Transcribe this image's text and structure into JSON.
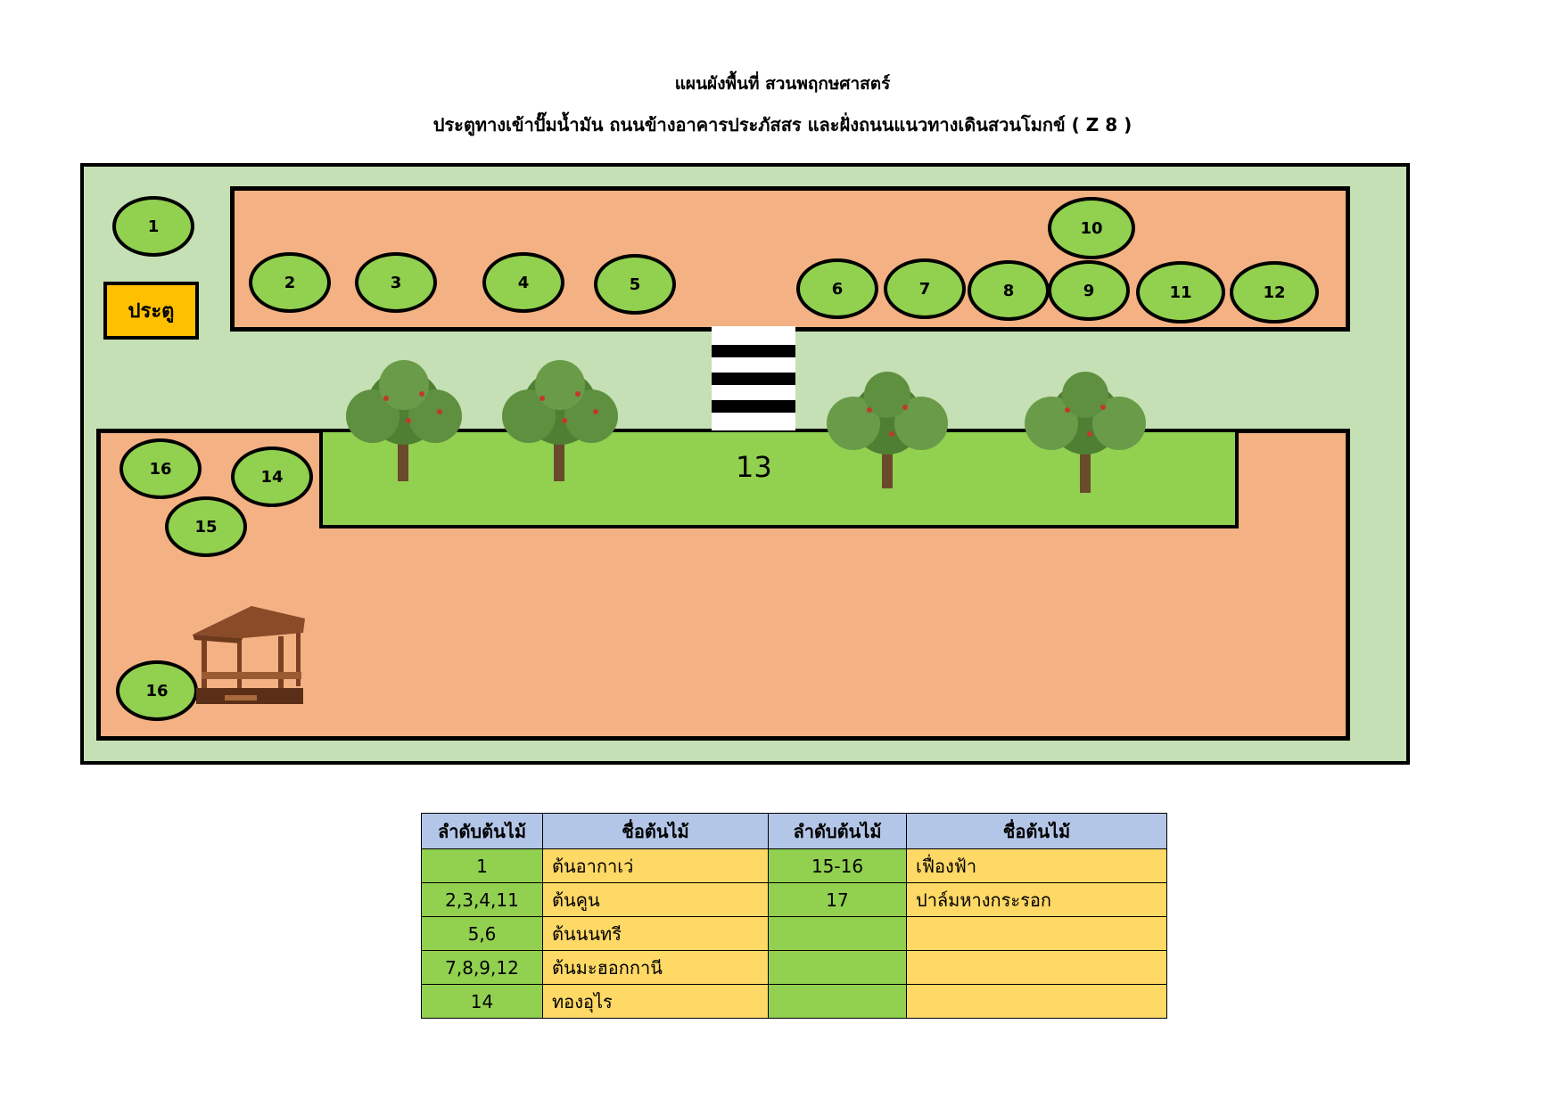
{
  "header": {
    "title": "แผนผังพื้นที่ สวนพฤกษศาสตร์",
    "subtitle": "ประตูทางเข้าปั๊มน้ำมัน ถนนข้างอาคารประภัสสร และฝั่งถนนแนวทางเดินสวนโมกข์ ( Z 8 )"
  },
  "map": {
    "gate_label": "ประตู",
    "lawn_label": "13",
    "plants": [
      "1",
      "2",
      "3",
      "4",
      "5",
      "6",
      "7",
      "8",
      "9",
      "10",
      "11",
      "12",
      "16",
      "14",
      "15",
      "16"
    ],
    "colors": {
      "ground": "#c5e0b4",
      "bed": "#f4b183",
      "lawn": "#92d050",
      "gate": "#ffc000"
    }
  },
  "legend": {
    "headers": [
      "ลำดับต้นไม้",
      "ชื่อต้นไม้",
      "ลำดับต้นไม้",
      "ชื่อต้นไม้"
    ],
    "rows": [
      [
        "1",
        "ต้นอากาเว่",
        "15-16",
        "เฟื่องฟ้า"
      ],
      [
        "2,3,4,11",
        "ต้นคูน",
        "17",
        "ปาล์มหางกระรอก"
      ],
      [
        "5,6",
        "ต้นนนทรี",
        "",
        ""
      ],
      [
        "7,8,9,12",
        "ต้นมะฮอกกานี",
        "",
        ""
      ],
      [
        "14",
        "ทองอุไร",
        "",
        ""
      ]
    ]
  }
}
